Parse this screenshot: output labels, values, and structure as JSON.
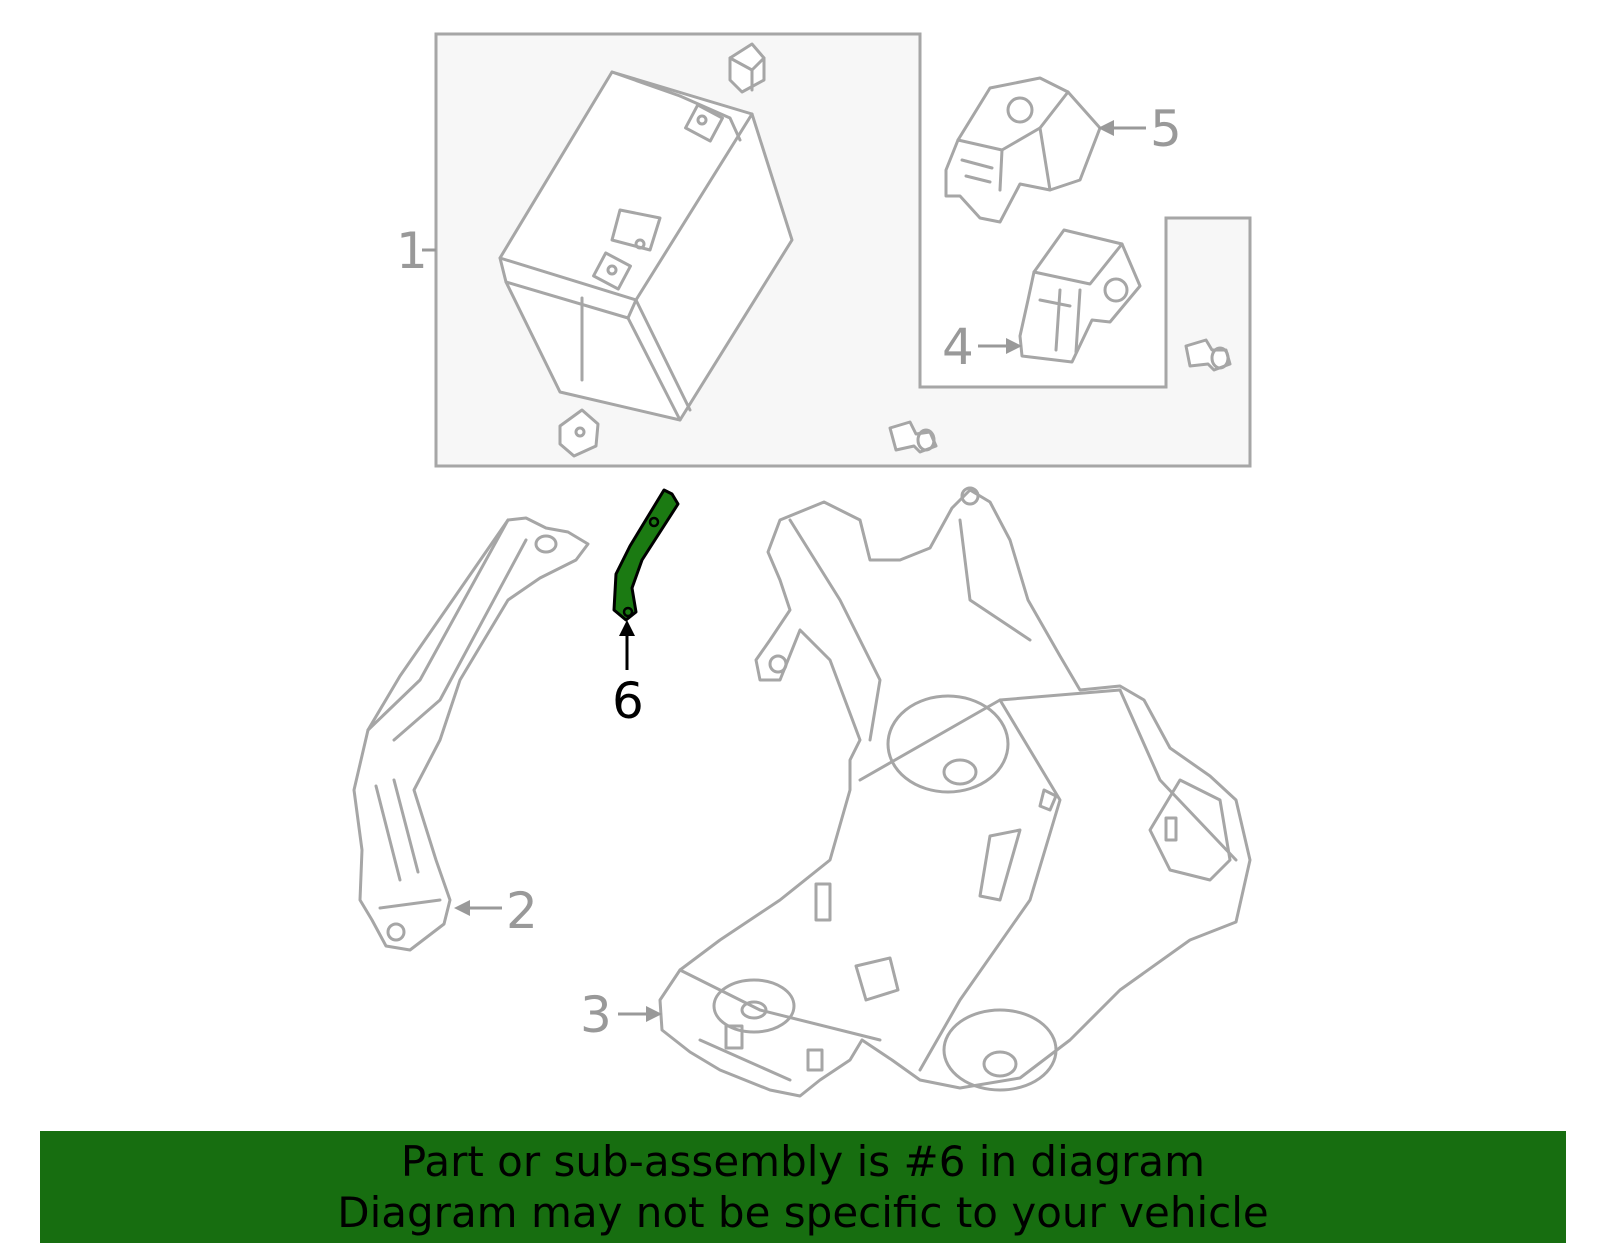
{
  "diagram": {
    "callouts": {
      "one": "1",
      "two": "2",
      "three": "3",
      "four": "4",
      "five": "5",
      "six": "6"
    },
    "highlighted_part": "6",
    "colors": {
      "highlight_fill": "#1b7a12",
      "line_gray": "#a6a6a6",
      "box_fill": "#f7f7f7"
    }
  },
  "banner": {
    "line1": "Part or sub-assembly is #6 in diagram",
    "line2": "Diagram may not be specific to your vehicle",
    "background": "#176e10"
  }
}
